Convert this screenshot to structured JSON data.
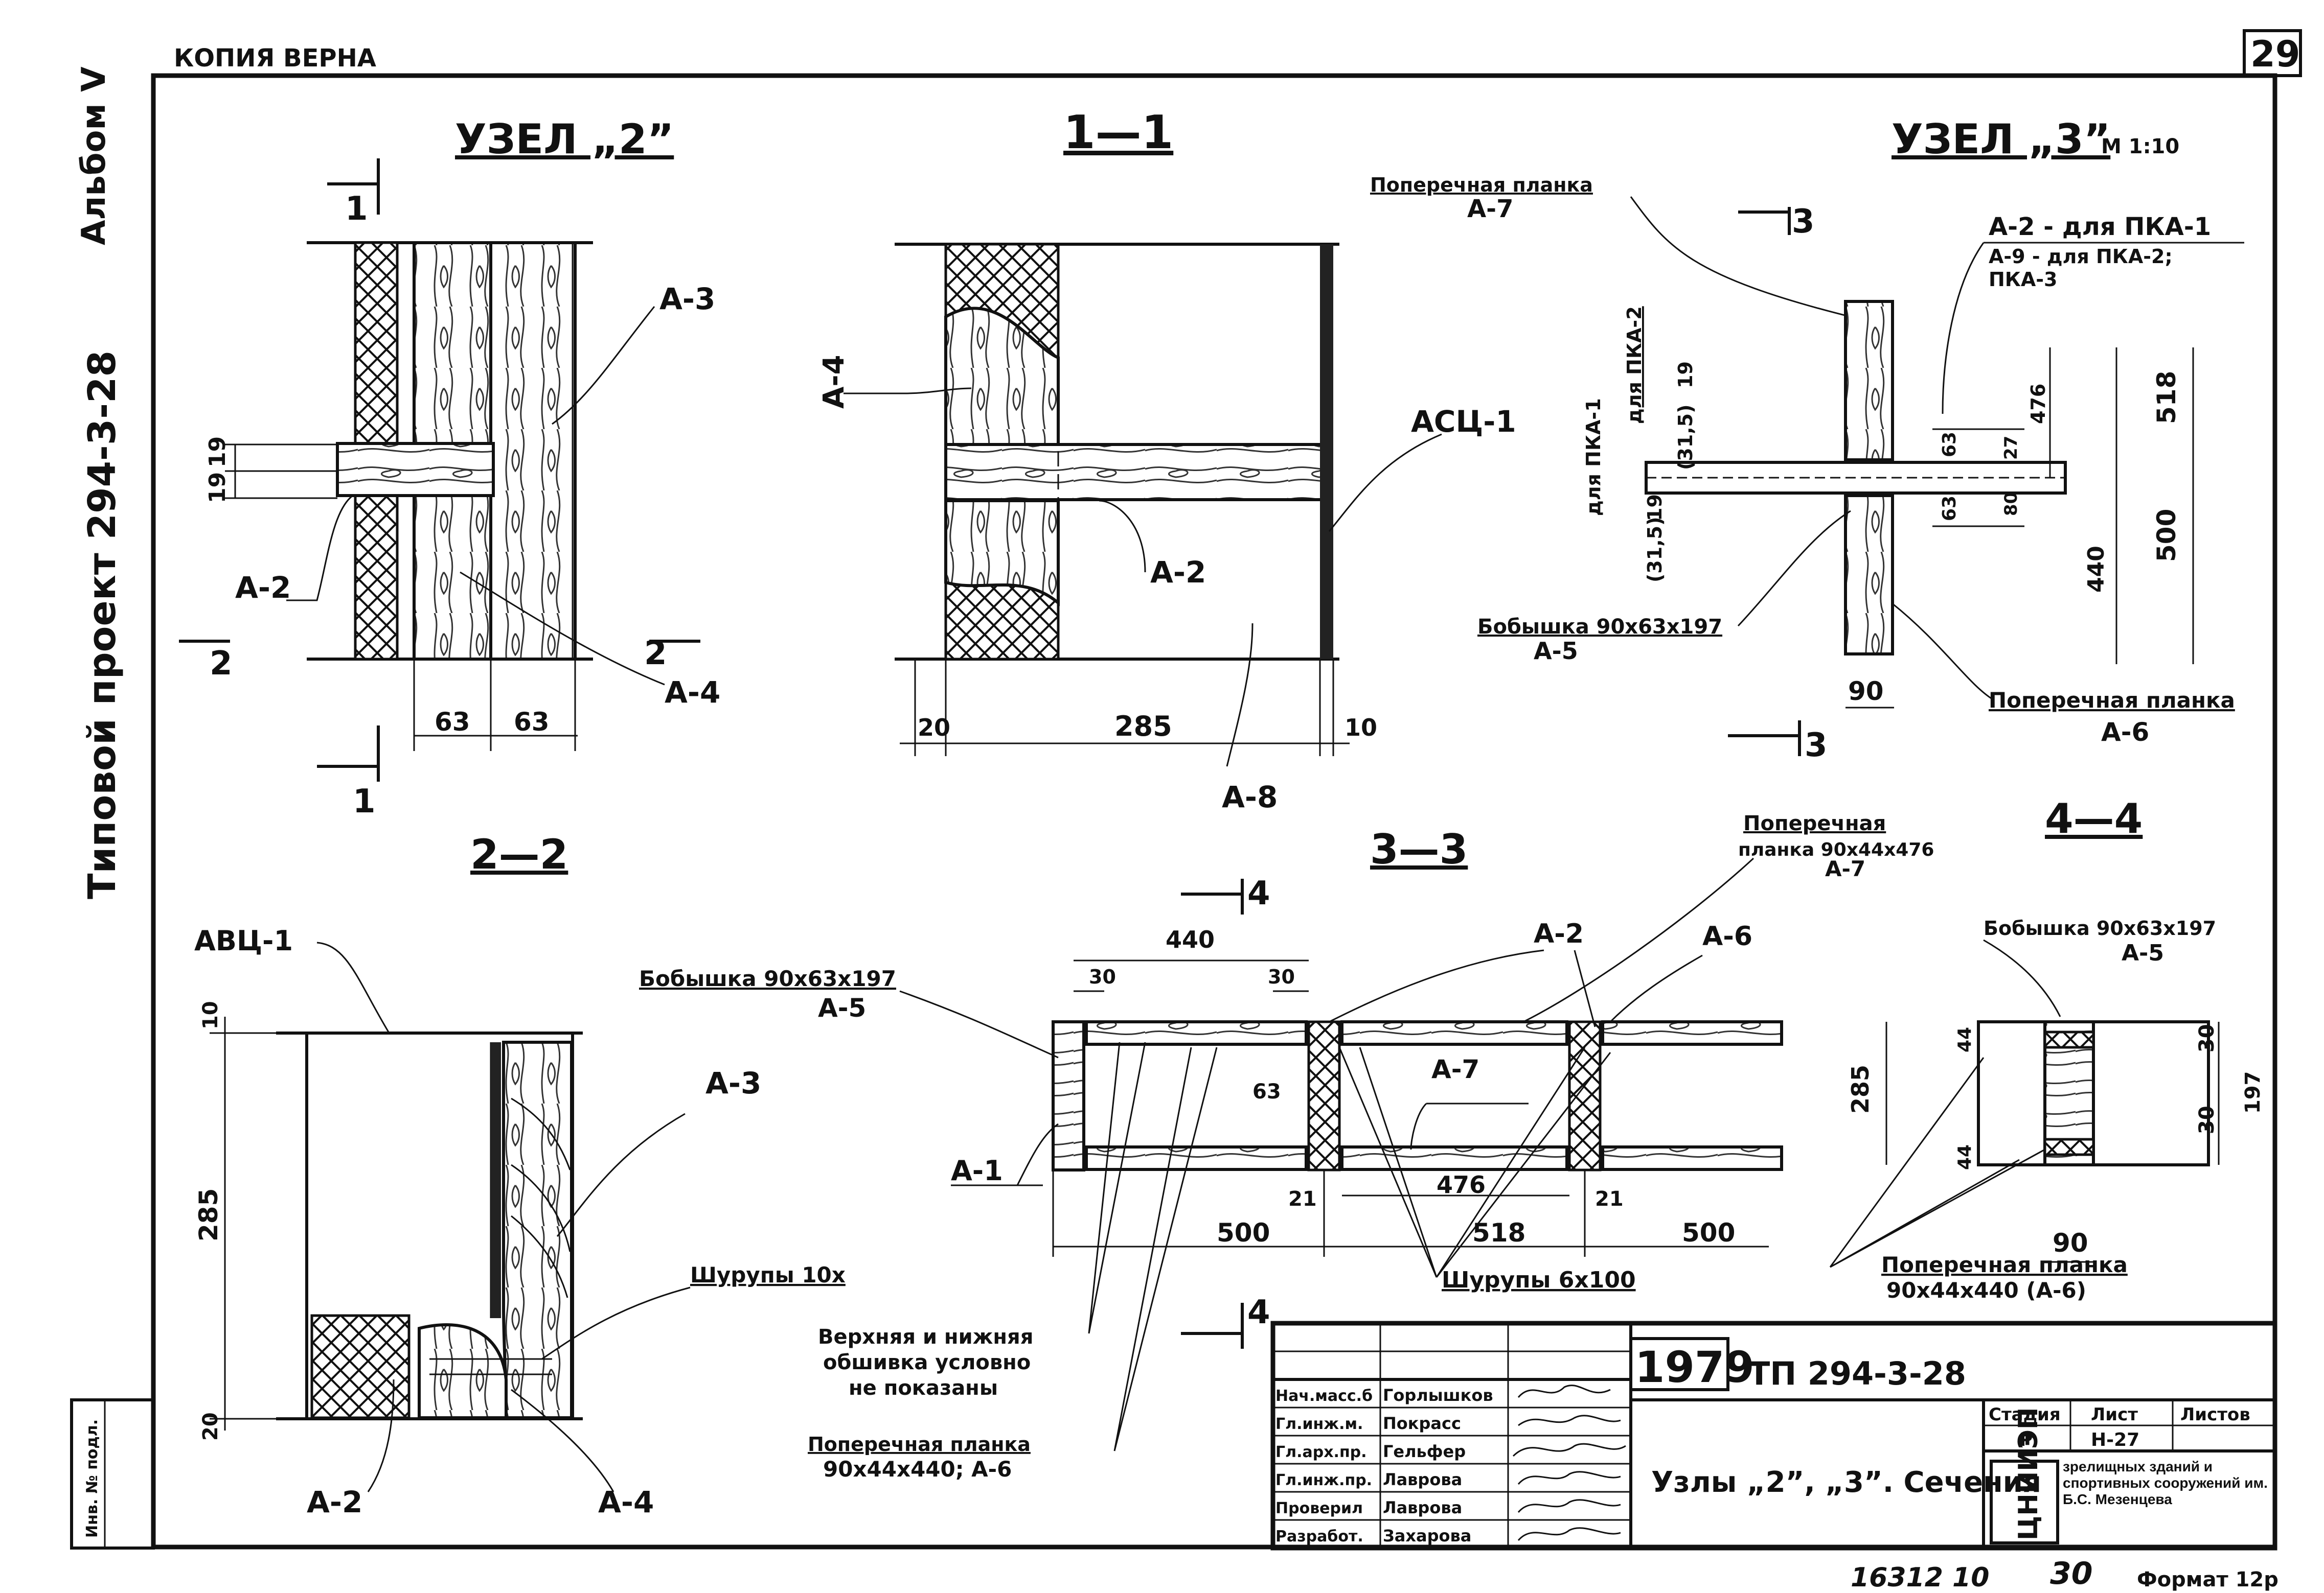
{
  "header": {
    "copy_stamp": "КОПИЯ ВЕРНА",
    "sheet_number": "29",
    "album": "Альбом V",
    "side_title": "Типовой проект 294-3-28"
  },
  "views": {
    "node2": {
      "title": "УЗЕЛ „2”",
      "section_mark_top": "1",
      "section_mark_bottom": "1",
      "section_mark_right": "2",
      "section_mark_left": "2",
      "labels": [
        "А-3",
        "А-2",
        "А-4"
      ],
      "dims": [
        "19",
        "19",
        "63",
        "63"
      ]
    },
    "sec11": {
      "title": "1—1",
      "labels": [
        "А-4",
        "АСЦ-1",
        "А-2",
        "А-8"
      ],
      "dims": [
        "20",
        "285",
        "10"
      ]
    },
    "node3": {
      "title": "УЗЕЛ „3”",
      "scale": "М 1:10",
      "labels": {
        "top_plank": "Поперечная планка",
        "top_plank_code": "А-7",
        "note_a2": "А-2 - для ПКА-1",
        "note_a9": "А-9 - для ПКА-2;",
        "note_pka3": "ПКА-3",
        "for_pka2": "для ПКА-2",
        "for_pka1": "для ПКА-1",
        "boss": "Бобышка 90х63х197",
        "boss_code": "А-5",
        "bottom_plank": "Поперечная планка",
        "bottom_plank_code": "А-6"
      },
      "section_mark": "3",
      "dims": [
        "(31,5)",
        "(31,5)",
        "19",
        "19",
        "63",
        "63",
        "27",
        "80",
        "476",
        "518",
        "500",
        "440",
        "90"
      ]
    },
    "sec22": {
      "title": "2—2",
      "labels": [
        "АВЦ-1",
        "А-3",
        "Шурупы 10х",
        "А-2",
        "А-4"
      ],
      "dims": [
        "10",
        "285",
        "20"
      ]
    },
    "sec33": {
      "title": "3—3",
      "section_mark": "4",
      "labels": {
        "boss_left": "Бобышка 90х63х197",
        "boss_left_code": "А-5",
        "a1": "А-1",
        "a7": "А-7",
        "a2": "А-2",
        "a6": "А-6",
        "top_plank": "Поперечная",
        "top_plank_2": "планка 90х44х476",
        "top_plank_code": "А-7",
        "screws": "Шурупы 6х100",
        "sheathing_1": "Верхняя и нижняя",
        "sheathing_2": "обшивка условно",
        "sheathing_3": "не показаны",
        "bottom_plank": "Поперечная планка",
        "bottom_plank_2": "90х44х440; А-6"
      },
      "dims": [
        "440",
        "30",
        "30",
        "63",
        "21",
        "476",
        "21",
        "500",
        "518",
        "500"
      ]
    },
    "sec44": {
      "title": "4—4",
      "labels": {
        "boss": "Бобышка 90х63х197",
        "boss_code": "А-5",
        "plank": "Поперечная планка",
        "plank_2": "90х44х440 (А-6)"
      },
      "dims": [
        "44",
        "285",
        "44",
        "30",
        "197",
        "30",
        "90"
      ]
    }
  },
  "title_block": {
    "year": "1979",
    "project": "ТП 294-3-28",
    "drawing_title": "Узлы „2”, „3”. Сечения",
    "stage_header": "Стадия",
    "sheet_header": "Лист",
    "sheets_header": "Листов",
    "stage": "Р",
    "sheet": "Н-27",
    "org_logo": "ЦНИИЭП",
    "org_name": "зрелищных зданий и спортивных сооружений им. Б.С. Мезенцева",
    "roles": [
      {
        "role": "Нач.масс.б",
        "name": "Горлышков"
      },
      {
        "role": "Гл.инж.м.",
        "name": "Покрасс"
      },
      {
        "role": "Гл.арх.пр.",
        "name": "Гельфер"
      },
      {
        "role": "Гл.инж.пр.",
        "name": "Лаврова"
      },
      {
        "role": "Проверил",
        "name": "Лаврова"
      },
      {
        "role": "Разработ.",
        "name": "Захарова"
      }
    ]
  },
  "footer": {
    "archive_code": "16312 10",
    "page": "30",
    "format": "Формат 12р",
    "inventory": "Инв. № подл."
  }
}
